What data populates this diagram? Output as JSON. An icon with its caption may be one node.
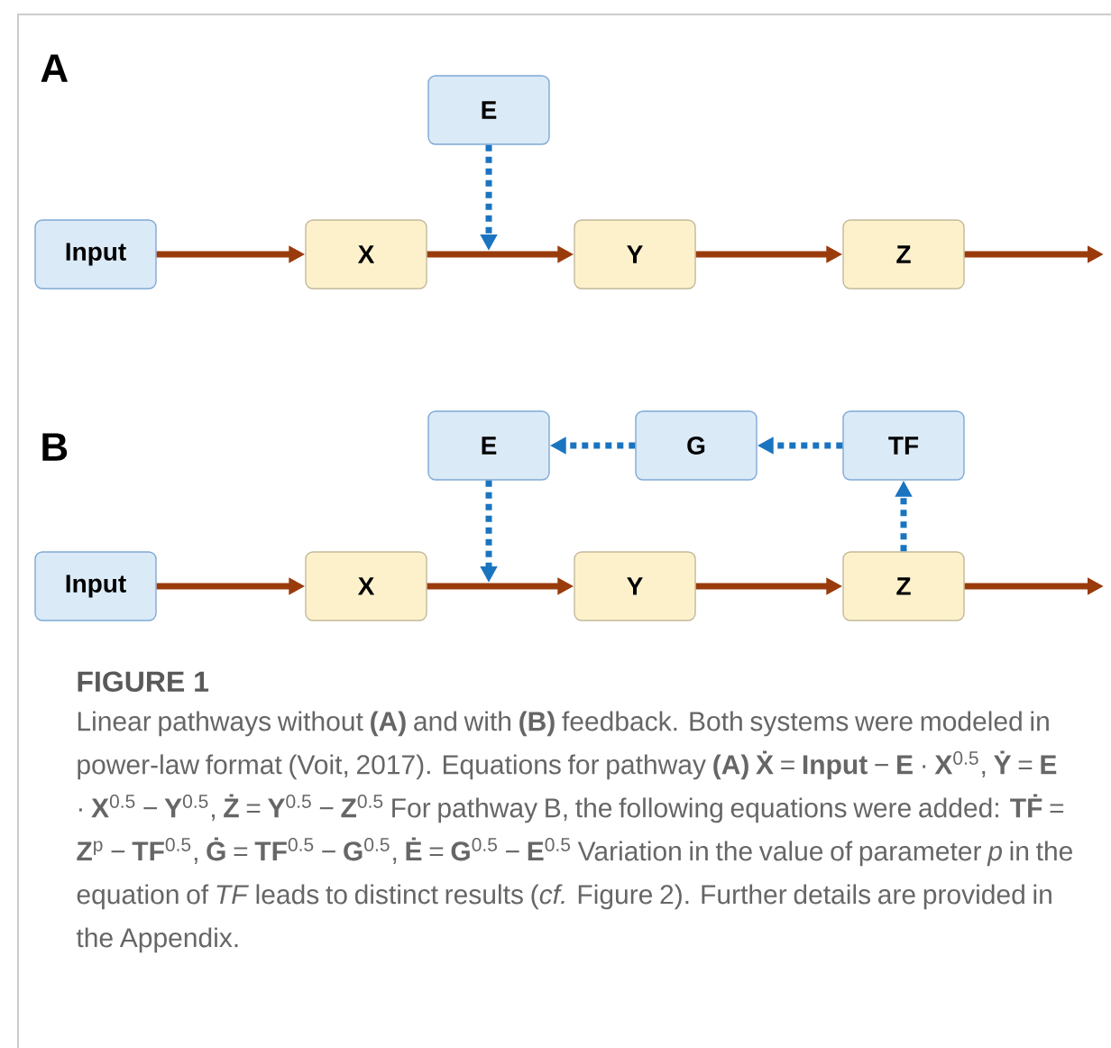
{
  "diagram": {
    "caption": "Linear pathways without **(A)** and with **(B)** feedback. Both systems were modeled in power-law format (Voit, 2017). Equations for pathway **(A)** **Ẋ** = **Input** − **E** · **X**$^{0.5}$, **Ẏ** = **E** · **X**$^{0.5}$ − **Y**$^{0.5}$, **Ż** = **Y**$^{0.5}$ − **Z**$^{0.5}$ For pathway B, the following equations were added: **TḞ** = **Z**$^{p}$ − **TF**$^{0.5}$, **Ġ** = **TF**$^{0.5}$ − **G**$^{0.5}$, **Ė** = **G**$^{0.5}$ − **E**$^{0.5}$ Variation in the value of parameter *p* in the equation of *TF* leads to distinct results (*cf.* Figure 2). Further details are provided in the Appendix.",
    "nodes": [
      {
        "text": [
          "E"
        ]
      },
      {
        "text": [
          "Input"
        ]
      },
      {
        "text": [
          "X"
        ]
      },
      {
        "text": [
          "Y"
        ]
      },
      {
        "text": [
          "Z"
        ]
      },
      {
        "text": [
          "E"
        ]
      },
      {
        "text": [
          "G"
        ]
      },
      {
        "text": [
          "TF"
        ]
      },
      {
        "text": [
          "Input"
        ]
      },
      {
        "text": [
          "X"
        ]
      },
      {
        "text": [
          "Y"
        ]
      },
      {
        "text": [
          "Z"
        ]
      }
    ],
    "edges": [
      {
        "from": 1,
        "to": 2,
        "arrow": "to"
      },
      {
        "from": 2,
        "to": 3,
        "arrow": "to"
      },
      {
        "from": 3,
        "to": 4,
        "arrow": "to"
      },
      {
        "from": 4,
        "to": null,
        "arrow": "to"
      },
      {
        "from": 0,
        "to": null,
        "arrow": "to",
        "style": "dashed",
        "color": "#1a74c0"
      },
      {
        "from": 6,
        "to": 5,
        "arrow": "to",
        "style": "dashed",
        "color": "#1a74c0"
      },
      {
        "from": 7,
        "to": 6,
        "arrow": "to",
        "style": "dashed",
        "color": "#1a74c0"
      },
      {
        "from": 5,
        "to": null,
        "arrow": "to",
        "style": "dashed",
        "color": "#1a74c0"
      },
      {
        "from": 11,
        "to": 7,
        "arrow": "to",
        "style": "dashed",
        "color": "#1a74c0"
      },
      {
        "from": 8,
        "to": 9,
        "arrow": "to"
      },
      {
        "from": 9,
        "to": 10,
        "arrow": "to"
      },
      {
        "from": 10,
        "to": 11,
        "arrow": "to"
      },
      {
        "from": 11,
        "to": null,
        "arrow": "to"
      }
    ],
    "labels": [
      "A",
      "B",
      "FIGURE 1"
    ]
  }
}
